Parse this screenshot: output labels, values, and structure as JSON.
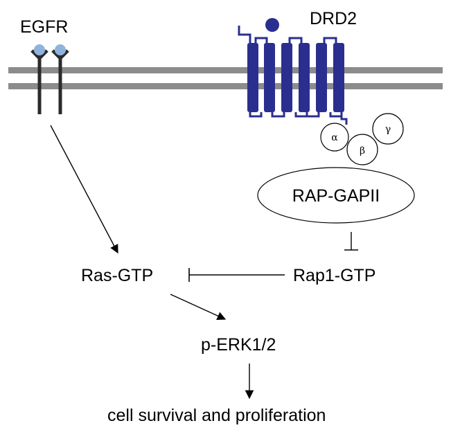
{
  "labels": {
    "egfr": "EGFR",
    "drd2": "DRD2",
    "alpha": "α",
    "beta": "β",
    "gamma": "γ",
    "rap_gapii": "RAP-GAPII",
    "ras_gtp": "Ras-GTP",
    "rap1_gtp": "Rap1-GTP",
    "perk": "p-ERK1/2",
    "outcome": "cell survival and proliferation"
  },
  "colors": {
    "membrane": "#8c8c8c",
    "receptor_body": "#2a2f8f",
    "ligand_egfr": "#8fb3dc",
    "receptor_stem": "#2b2b2b",
    "line": "#000000"
  },
  "edges": [
    {
      "from": "EGFR",
      "to": "Ras-GTP",
      "type": "activation"
    },
    {
      "from": "Ras-GTP",
      "to": "p-ERK1/2",
      "type": "activation"
    },
    {
      "from": "p-ERK1/2",
      "to": "cell survival and proliferation",
      "type": "activation"
    },
    {
      "from": "RAP-GAPII",
      "to": "Rap1-GTP",
      "type": "inhibition"
    },
    {
      "from": "Rap1-GTP",
      "to": "Ras-GTP",
      "type": "inhibition"
    }
  ]
}
